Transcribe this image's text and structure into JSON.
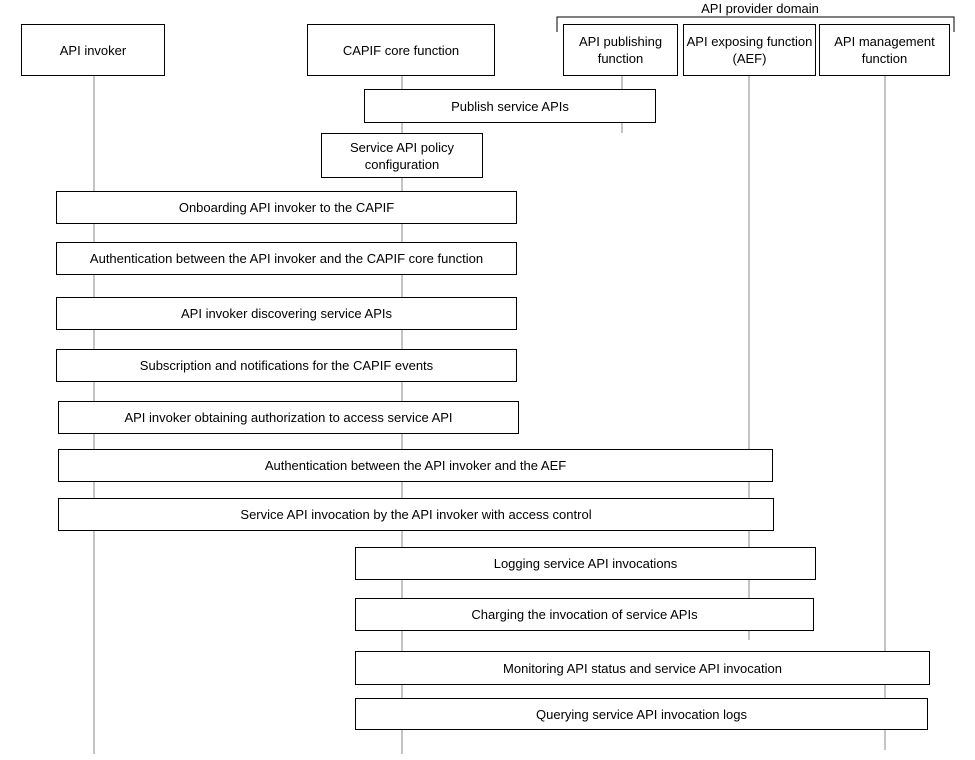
{
  "domain_label": "API provider domain",
  "entities": {
    "invoker": "API invoker",
    "core": "CAPIF core function",
    "publishing": "API publishing\nfunction",
    "aef": "API exposing function\n(AEF)",
    "management": "API management\nfunction"
  },
  "steps": {
    "publish": "Publish service APIs",
    "policy": "Service API policy\nconfiguration",
    "onboarding": "Onboarding API invoker to the CAPIF",
    "auth_core": "Authentication between the API invoker and the CAPIF core function",
    "discovery": "API invoker discovering service APIs",
    "subscription": "Subscription and notifications for the CAPIF events",
    "authorization": "API invoker obtaining authorization to access service API",
    "auth_aef": "Authentication between the API invoker and the AEF",
    "invocation": "Service API invocation by the API invoker with access control",
    "logging": "Logging service API invocations",
    "charging": "Charging the invocation of service APIs",
    "monitoring": "Monitoring API status and service API invocation",
    "querying": "Querying service API invocation logs"
  },
  "colors": {
    "line": "#888888",
    "border": "#000000"
  }
}
